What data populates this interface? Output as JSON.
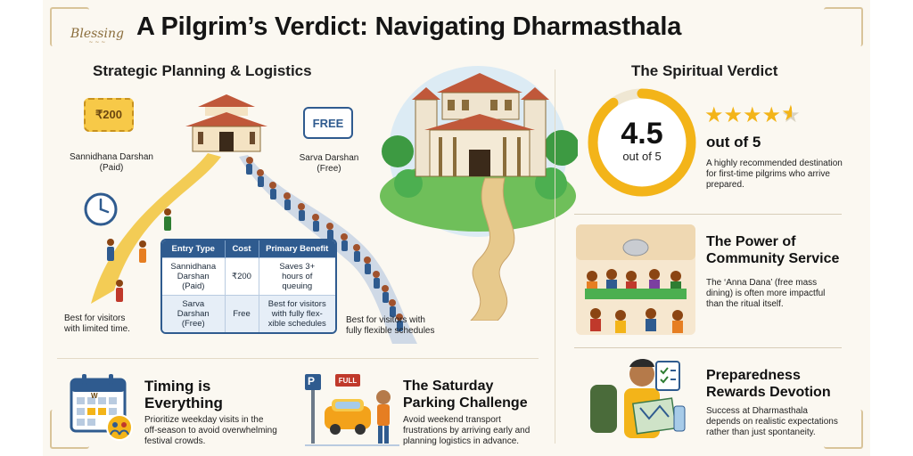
{
  "logo": {
    "name": "Blessing"
  },
  "title": "A Pilgrim’s Verdict: Navigating Dharmasthala",
  "logistics": {
    "heading": "Strategic Planning & Logistics",
    "paid_ticket": "₹200",
    "paid_label_1": "Sannidhana Darshan",
    "paid_label_2": "(Paid)",
    "free_ticket": "FREE",
    "free_label_1": "Sarva Darshan",
    "free_label_2": "(Free)",
    "paid_best_1": "Best for visitors",
    "paid_best_2": "with limited time.",
    "free_best_1": "Best for visitors with",
    "free_best_2": "fully flexible schedules",
    "table": {
      "headers": [
        "Entry Type",
        "Cost",
        "Primary Benefit"
      ],
      "rows": [
        {
          "type_1": "Sannidhana",
          "type_2": "Darshan",
          "type_3": "(Paid)",
          "cost": "₹200",
          "benefit_1": "Saves 3+",
          "benefit_2": "hours of",
          "benefit_3": "queuing"
        },
        {
          "type_1": "Sarva",
          "type_2": "Darshan",
          "type_3": "(Free)",
          "cost": "Free",
          "benefit_1": "Best for visitors",
          "benefit_2": "with fully flex-",
          "benefit_3": "xible schedules"
        }
      ]
    }
  },
  "timing": {
    "heading_1": "Timing is",
    "heading_2": "Everything",
    "body_1": "Prioritize weekday visits in the",
    "body_2": "off-season to avoid overwhelming",
    "body_3": "festival crowds.",
    "calendar_mark": "W"
  },
  "parking": {
    "heading_1": "The Saturday",
    "heading_2": "Parking Challenge",
    "body_1": "Avoid weekend transport",
    "body_2": "frustrations by arriving early and",
    "body_3": "planning logistics in advance.",
    "sign": "P",
    "full_sign": "FULL"
  },
  "verdict": {
    "heading": "The Spiritual Verdict",
    "score": "4.5",
    "score_sub": "out of 5",
    "stars_value": 4.5,
    "out_of": "out of 5",
    "desc_1": "A highly recommended destination",
    "desc_2": "for first-time pilgrims who arrive",
    "desc_3": "prepared."
  },
  "community": {
    "heading_1": "The Power of",
    "heading_2": "Community Service",
    "body_1": "The ‘Anna Dana’ (free mass",
    "body_2": "dining) is often more impactful",
    "body_3": "than the ritual itself."
  },
  "preparedness": {
    "heading_1": "Preparedness",
    "heading_2": "Rewards Devotion",
    "body_1": "Success at Dharmasthala",
    "body_2": "depends on realistic expectations",
    "body_3": "rather than just spontaneity."
  },
  "colors": {
    "gold": "#f3b419",
    "navy": "#2f5b8f",
    "path": "#f2c94c",
    "grass": "#4caf50",
    "roof": "#c0583a"
  },
  "icons": [
    "clock-icon",
    "calendar-icon",
    "parking-sign-icon",
    "car-icon",
    "stars-icon",
    "checklist-icon",
    "backpack-icon"
  ]
}
